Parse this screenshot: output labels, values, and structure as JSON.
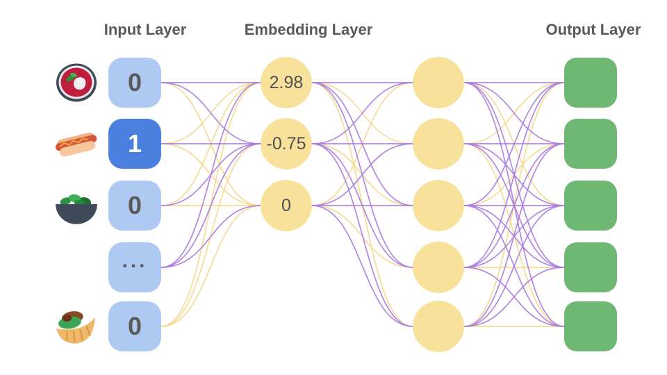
{
  "diagram": {
    "titles": {
      "input": "Input Layer",
      "embedding": "Embedding Layer",
      "output": "Output Layer"
    },
    "colors": {
      "title_text": "#58595b",
      "input_box": "#aecaf2",
      "input_box_active": "#4a7fe0",
      "input_text": "#5a5a5a",
      "input_text_active": "#ffffff",
      "embedding_circle": "#f8e29b",
      "embedding_text": "#515151",
      "hidden_circle": "#f8e29b",
      "output_box": "#6fb873",
      "edge_purple": "#a87ae0",
      "edge_yellow": "#f5d78b"
    },
    "input_nodes": [
      {
        "value": "0",
        "icon": "soup-icon",
        "active": false
      },
      {
        "value": "1",
        "icon": "hotdog-icon",
        "active": true
      },
      {
        "value": "0",
        "icon": "salad-icon",
        "active": false
      },
      {
        "value": "...",
        "icon": null,
        "active": false
      },
      {
        "value": "0",
        "icon": "pita-icon",
        "active": false
      }
    ],
    "embedding_nodes": [
      {
        "value": "2.98"
      },
      {
        "value": "-0.75"
      },
      {
        "value": "0"
      }
    ],
    "hidden_nodes": {
      "count": 5
    },
    "output_nodes": {
      "count": 5
    },
    "edges": {
      "input_to_embedding": [
        [
          0,
          0,
          "purple"
        ],
        [
          0,
          1,
          "purple"
        ],
        [
          0,
          2,
          "yellow"
        ],
        [
          1,
          0,
          "yellow"
        ],
        [
          1,
          1,
          "purple"
        ],
        [
          1,
          2,
          "yellow"
        ],
        [
          2,
          0,
          "yellow"
        ],
        [
          2,
          1,
          "purple"
        ],
        [
          2,
          2,
          "yellow"
        ],
        [
          3,
          0,
          "purple"
        ],
        [
          3,
          1,
          "purple"
        ],
        [
          3,
          2,
          "purple"
        ],
        [
          4,
          0,
          "yellow"
        ],
        [
          4,
          1,
          "yellow"
        ],
        [
          4,
          2,
          "yellow"
        ]
      ],
      "embedding_to_hidden": [
        [
          0,
          0,
          "purple"
        ],
        [
          0,
          1,
          "yellow"
        ],
        [
          0,
          2,
          "purple"
        ],
        [
          0,
          3,
          "purple"
        ],
        [
          0,
          4,
          "yellow"
        ],
        [
          1,
          0,
          "purple"
        ],
        [
          1,
          1,
          "purple"
        ],
        [
          1,
          2,
          "yellow"
        ],
        [
          1,
          3,
          "purple"
        ],
        [
          1,
          4,
          "purple"
        ],
        [
          2,
          0,
          "yellow"
        ],
        [
          2,
          1,
          "purple"
        ],
        [
          2,
          2,
          "purple"
        ],
        [
          2,
          3,
          "yellow"
        ],
        [
          2,
          4,
          "purple"
        ]
      ],
      "hidden_to_output": [
        [
          0,
          0,
          "purple"
        ],
        [
          0,
          1,
          "purple"
        ],
        [
          0,
          2,
          "yellow"
        ],
        [
          0,
          3,
          "purple"
        ],
        [
          0,
          4,
          "purple"
        ],
        [
          1,
          0,
          "yellow"
        ],
        [
          1,
          1,
          "purple"
        ],
        [
          1,
          2,
          "purple"
        ],
        [
          1,
          3,
          "purple"
        ],
        [
          1,
          4,
          "yellow"
        ],
        [
          2,
          0,
          "purple"
        ],
        [
          2,
          1,
          "yellow"
        ],
        [
          2,
          2,
          "purple"
        ],
        [
          2,
          3,
          "purple"
        ],
        [
          2,
          4,
          "purple"
        ],
        [
          3,
          0,
          "purple"
        ],
        [
          3,
          1,
          "purple"
        ],
        [
          3,
          2,
          "purple"
        ],
        [
          3,
          3,
          "yellow"
        ],
        [
          3,
          4,
          "purple"
        ],
        [
          4,
          0,
          "yellow"
        ],
        [
          4,
          1,
          "purple"
        ],
        [
          4,
          2,
          "purple"
        ],
        [
          4,
          3,
          "purple"
        ],
        [
          4,
          4,
          "yellow"
        ]
      ]
    }
  }
}
